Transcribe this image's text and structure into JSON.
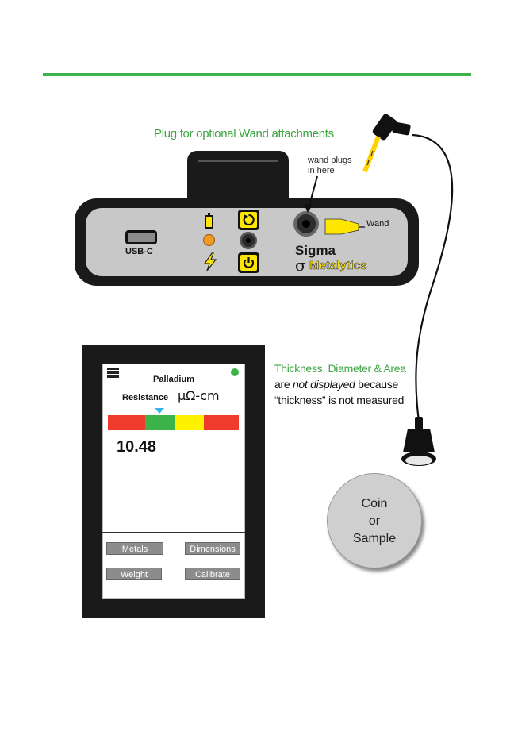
{
  "header": {
    "rule_color": "#3cb44a",
    "plug_caption": "Plug for optional Wand attachments"
  },
  "device": {
    "port_label": "USB-C",
    "wand_callout": [
      "wand plugs",
      "in here"
    ],
    "wand_label": "Wand",
    "brand_line1": "Sigma",
    "brand_symbol": "σ",
    "brand_line2": "Metalytics",
    "icons": [
      "battery-icon",
      "led-icon",
      "bolt-icon",
      "reset-icon",
      "power-icon"
    ]
  },
  "phone": {
    "metal": "Palladium",
    "mode": "Resistance",
    "unit": "µΩ-cm",
    "reading": "10.48",
    "scale_colors": [
      "#ef3b2c",
      "#3cb44a",
      "#fff200",
      "#ef3b2c"
    ],
    "status_color": "#3cb44a",
    "buttons": {
      "metals": "Metals",
      "dimensions": "Dimensions",
      "weight": "Weight",
      "calibrate": "Calibrate"
    }
  },
  "note": {
    "title": "Thickness, Diameter & Area",
    "line2_a": "are ",
    "line2_em": "not displayed",
    "line2_b": " because",
    "line3": "“thickness” is not measured"
  },
  "coin": {
    "lines": [
      "Coin",
      "or",
      "Sample"
    ]
  }
}
